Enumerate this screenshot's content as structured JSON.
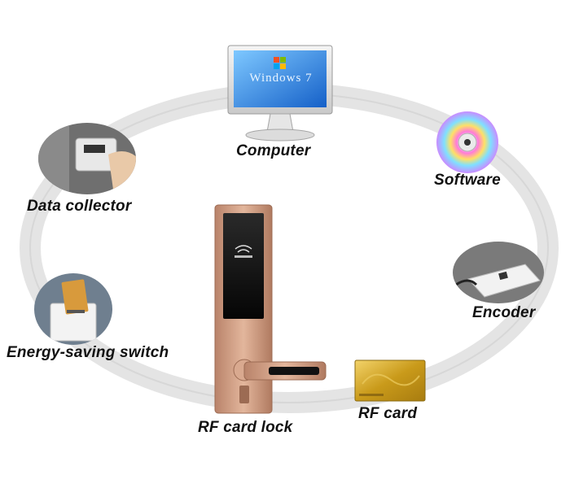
{
  "nodes": {
    "computer": {
      "label": "Computer",
      "screen_text": "Windows 7"
    },
    "software": {
      "label": "Software"
    },
    "data_collector": {
      "label": "Data collector"
    },
    "encoder": {
      "label": "Encoder"
    },
    "energy_switch": {
      "label": "Energy-saving switch"
    },
    "rf_card_lock": {
      "label": "RF card lock"
    },
    "rf_card": {
      "label": "RF card"
    }
  },
  "colors": {
    "ring": "#d9d9d9",
    "lock_bronze": "#c9967a",
    "card_gold": "#d4a017",
    "monitor_blue": "#1e90ff"
  }
}
